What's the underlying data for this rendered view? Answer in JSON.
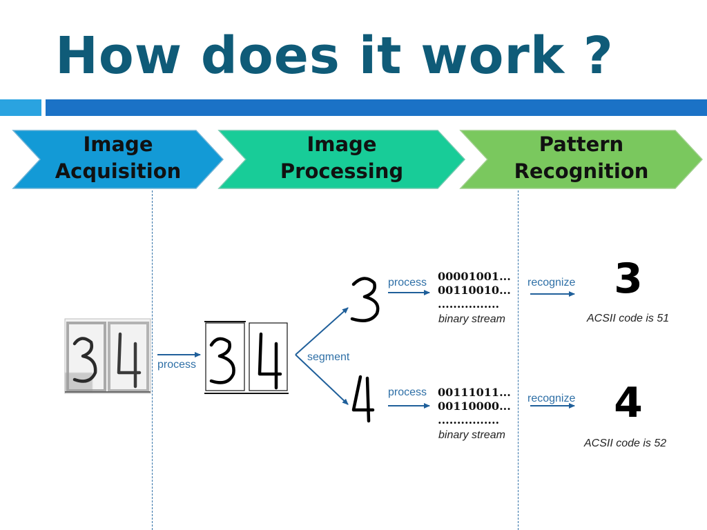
{
  "slide": {
    "title": "How does it work ?"
  },
  "stages": [
    {
      "line1": "Image",
      "line2": "Acquisition",
      "color": "#139ad6"
    },
    {
      "line1": "Image",
      "line2": "Processing",
      "color": "#18cc98"
    },
    {
      "line1": "Pattern",
      "line2": "Recognition",
      "color": "#7ac85e"
    }
  ],
  "diagram": {
    "process_label": "process",
    "segment_label": "segment",
    "recognize_label": "recognize",
    "top": {
      "process_label": "process",
      "bits_line1": "00001001...",
      "bits_line2": "00110010...",
      "dots": "................",
      "stream_label": "binary stream",
      "recognize_label": "recognize",
      "digit": "3",
      "ascii": "ACSII code is 51"
    },
    "bottom": {
      "process_label": "process",
      "bits_line1": "00111011...",
      "bits_line2": "00110000...",
      "dots": "................",
      "stream_label": "binary stream",
      "recognize_label": "recognize",
      "digit": "4",
      "ascii": "ACSII code is 52"
    }
  },
  "colors": {
    "title": "#0f5b78",
    "accent_bar": "#1b72c6",
    "accent_bar_small": "#2aa3e0",
    "arrow": "#1f5f9a",
    "label": "#2e6fa6"
  }
}
